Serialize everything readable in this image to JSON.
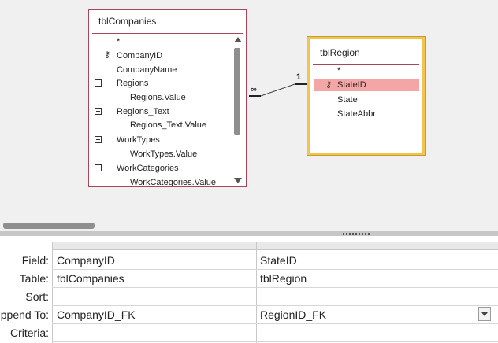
{
  "tables": {
    "companies": {
      "title": "tblCompanies",
      "fields": [
        {
          "label": "*",
          "indent": 0,
          "marker": "none"
        },
        {
          "label": "CompanyID",
          "indent": 0,
          "marker": "primary-key-icon"
        },
        {
          "label": "CompanyName",
          "indent": 0,
          "marker": "none"
        },
        {
          "label": "Regions",
          "indent": 0,
          "marker": "collapse-icon"
        },
        {
          "label": "Regions.Value",
          "indent": 1,
          "marker": "none"
        },
        {
          "label": "Regions_Text",
          "indent": 0,
          "marker": "collapse-icon"
        },
        {
          "label": "Regions_Text.Value",
          "indent": 1,
          "marker": "none"
        },
        {
          "label": "WorkTypes",
          "indent": 0,
          "marker": "collapse-icon"
        },
        {
          "label": "WorkTypes.Value",
          "indent": 1,
          "marker": "none"
        },
        {
          "label": "WorkCategories",
          "indent": 0,
          "marker": "collapse-icon"
        },
        {
          "label": "WorkCategories.Value",
          "indent": 1,
          "marker": "none"
        }
      ]
    },
    "region": {
      "title": "tblRegion",
      "selected_field": "StateID",
      "fields": [
        {
          "label": "*",
          "marker": "none"
        },
        {
          "label": "StateID",
          "marker": "primary-key-icon"
        },
        {
          "label": "State",
          "marker": "none"
        },
        {
          "label": "StateAbbr",
          "marker": "none"
        }
      ]
    }
  },
  "relationship": {
    "many_label": "∞",
    "one_label": "1"
  },
  "grid": {
    "row_labels": {
      "field": "Field:",
      "table": "Table:",
      "sort": "Sort:",
      "append_to": "ppend To:",
      "criteria": "Criteria:"
    },
    "columns": [
      {
        "field": "CompanyID",
        "table": "tblCompanies",
        "sort": "",
        "append_to": "CompanyID_FK",
        "criteria": ""
      },
      {
        "field": "StateID",
        "table": "tblRegion",
        "sort": "",
        "append_to": "RegionID_FK",
        "criteria": ""
      }
    ]
  },
  "icons": {
    "key": "primary-key-icon",
    "collapse": "collapse-icon",
    "scroll_up": "scroll-up-icon",
    "scroll_down": "scroll-down-icon",
    "dropdown": "chevron-down-icon"
  },
  "colors": {
    "table_border": "#a6465a",
    "selected_table_border": "#f3c54f",
    "selected_field": "#f4a5a5"
  }
}
